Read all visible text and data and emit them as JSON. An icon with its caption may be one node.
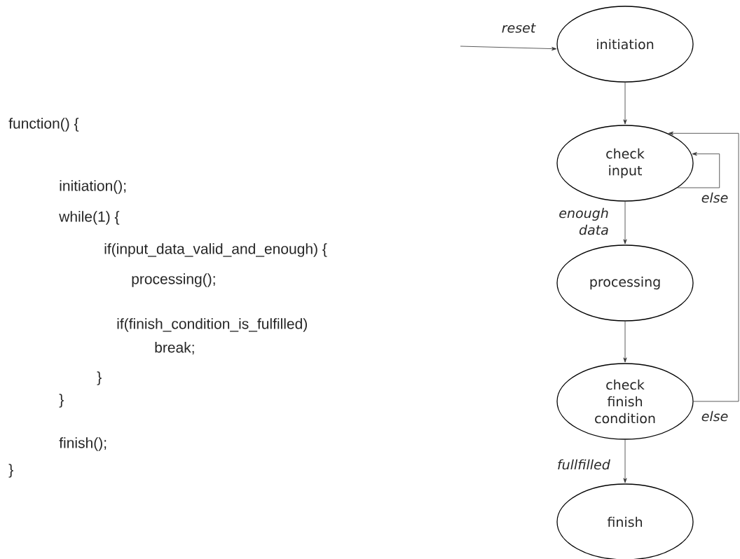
{
  "diagram": {
    "nodes": [
      {
        "text": [
          "initiation"
        ]
      },
      {
        "text": [
          "check input"
        ]
      },
      {
        "text": [
          "processing"
        ]
      },
      {
        "text": [
          "check finish condition"
        ]
      },
      {
        "text": [
          "finish"
        ]
      }
    ],
    "edges": [
      {
        "from": null,
        "to": 0,
        "arrow": "to",
        "label": "reset"
      },
      {
        "from": 0,
        "to": 1,
        "arrow": "to"
      },
      {
        "from": 1,
        "to": 1,
        "arrow": "to",
        "label": "else"
      },
      {
        "from": 1,
        "to": 2,
        "arrow": "to",
        "label": "enough data"
      },
      {
        "from": 2,
        "to": 3,
        "arrow": "to"
      },
      {
        "from": 3,
        "to": 1,
        "arrow": "to",
        "label": "else"
      },
      {
        "from": 3,
        "to": 4,
        "arrow": "to",
        "label": "fullfilled"
      }
    ],
    "labels": [
      "function() {",
      "initiation();",
      "while(1) {",
      "if(input_data_valid_and_enough) {",
      "processing();",
      "if(finish_condition_is_fulfilled)",
      "break;",
      "}",
      "}",
      "finish();",
      "}"
    ]
  }
}
